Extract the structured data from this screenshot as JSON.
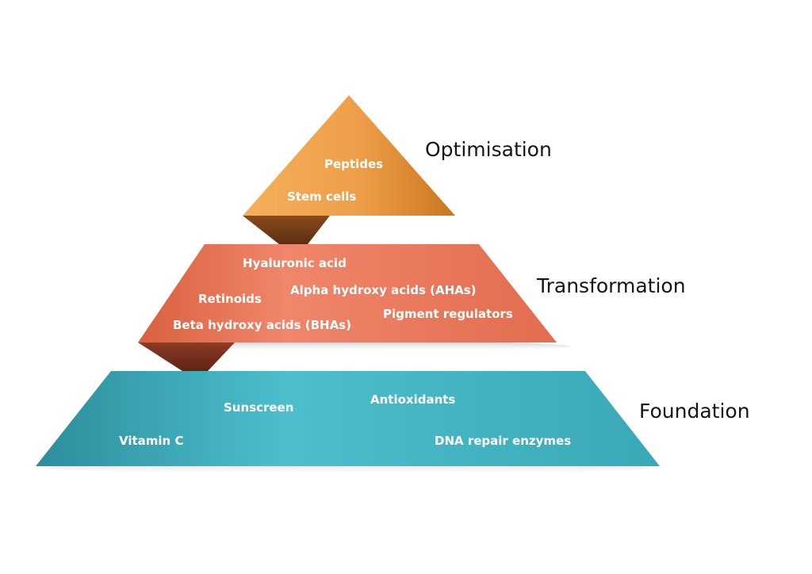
{
  "diagram": {
    "tiers": [
      {
        "id": "optimisation",
        "title": "Optimisation",
        "color": "#EE9E48",
        "items": [
          "Peptides",
          "Stem cells"
        ]
      },
      {
        "id": "transformation",
        "title": "Transformation",
        "color": "#EC7A5E",
        "items": [
          "Hyaluronic acid",
          "Alpha hydroxy acids (AHAs)",
          "Retinoids",
          "Pigment regulators",
          "Beta hydroxy acids (BHAs)"
        ]
      },
      {
        "id": "foundation",
        "title": "Foundation",
        "color": "#44B7C6",
        "items": [
          "Sunscreen",
          "Antioxidants",
          "Vitamin C",
          "DNA repair enzymes"
        ]
      }
    ]
  }
}
